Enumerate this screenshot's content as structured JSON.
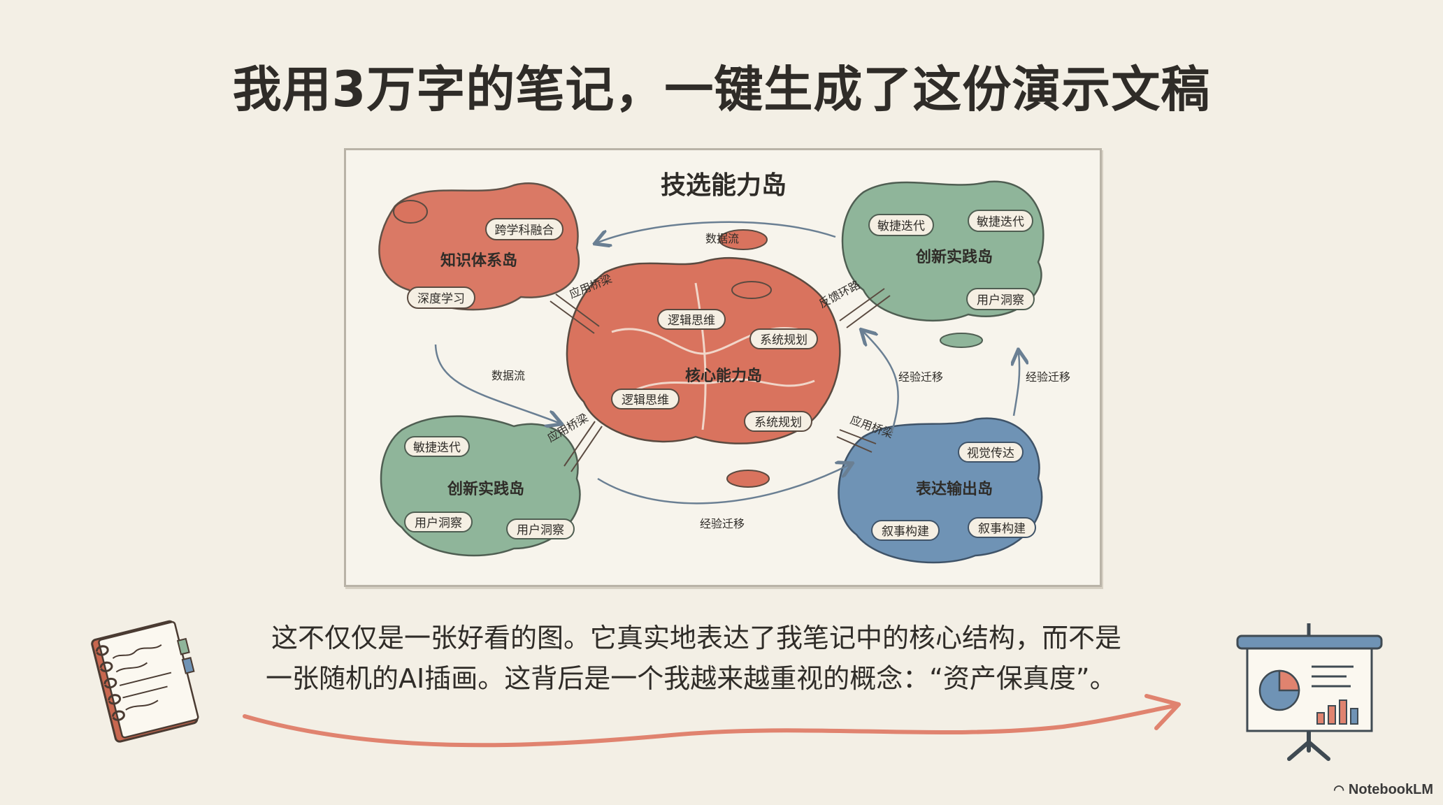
{
  "slide": {
    "title": "我用3万字的笔记，一键生成了这份演示文稿",
    "body_line1": "这不仅仅是一张好看的图。它真实地表达了我笔记中的核心结构，而不是",
    "body_line2": "一张随机的AI插画。这背后是一个我越来越重视的概念：“资产保真度”。",
    "brand": "NotebookLM",
    "colors": {
      "background": "#f3efe5",
      "coral": "#d9735e",
      "green": "#8fb59a",
      "blue": "#6f93b5",
      "arrow_red": "#e0836f"
    }
  },
  "diagram": {
    "title": "技选能力岛",
    "islands": {
      "knowledge": {
        "name": "知识体系岛",
        "tags": [
          "跨学科融合",
          "深度学习"
        ]
      },
      "core": {
        "name": "核心能力岛",
        "tags": [
          "逻辑思维",
          "系统规划",
          "逻辑思维",
          "系统规划"
        ]
      },
      "innovation_top": {
        "name": "创新实践岛",
        "tags": [
          "敏捷迭代",
          "敏捷迭代",
          "用户洞察"
        ]
      },
      "innovation_bottom": {
        "name": "创新实践岛",
        "tags": [
          "敏捷迭代",
          "用户洞察",
          "用户洞察"
        ]
      },
      "expression": {
        "name": "表达输出岛",
        "tags": [
          "视觉传达",
          "叙事构建",
          "叙事构建"
        ]
      }
    },
    "bridges": [
      "应用桥梁",
      "反馈环路",
      "应用桥梁",
      "应用桥梁"
    ],
    "flows": [
      "数据流",
      "数据流",
      "经验迁移",
      "经验迁移",
      "经验迁移"
    ]
  },
  "icons": [
    "notebook-icon",
    "presentation-board-icon",
    "notebooklm-logo-icon"
  ]
}
